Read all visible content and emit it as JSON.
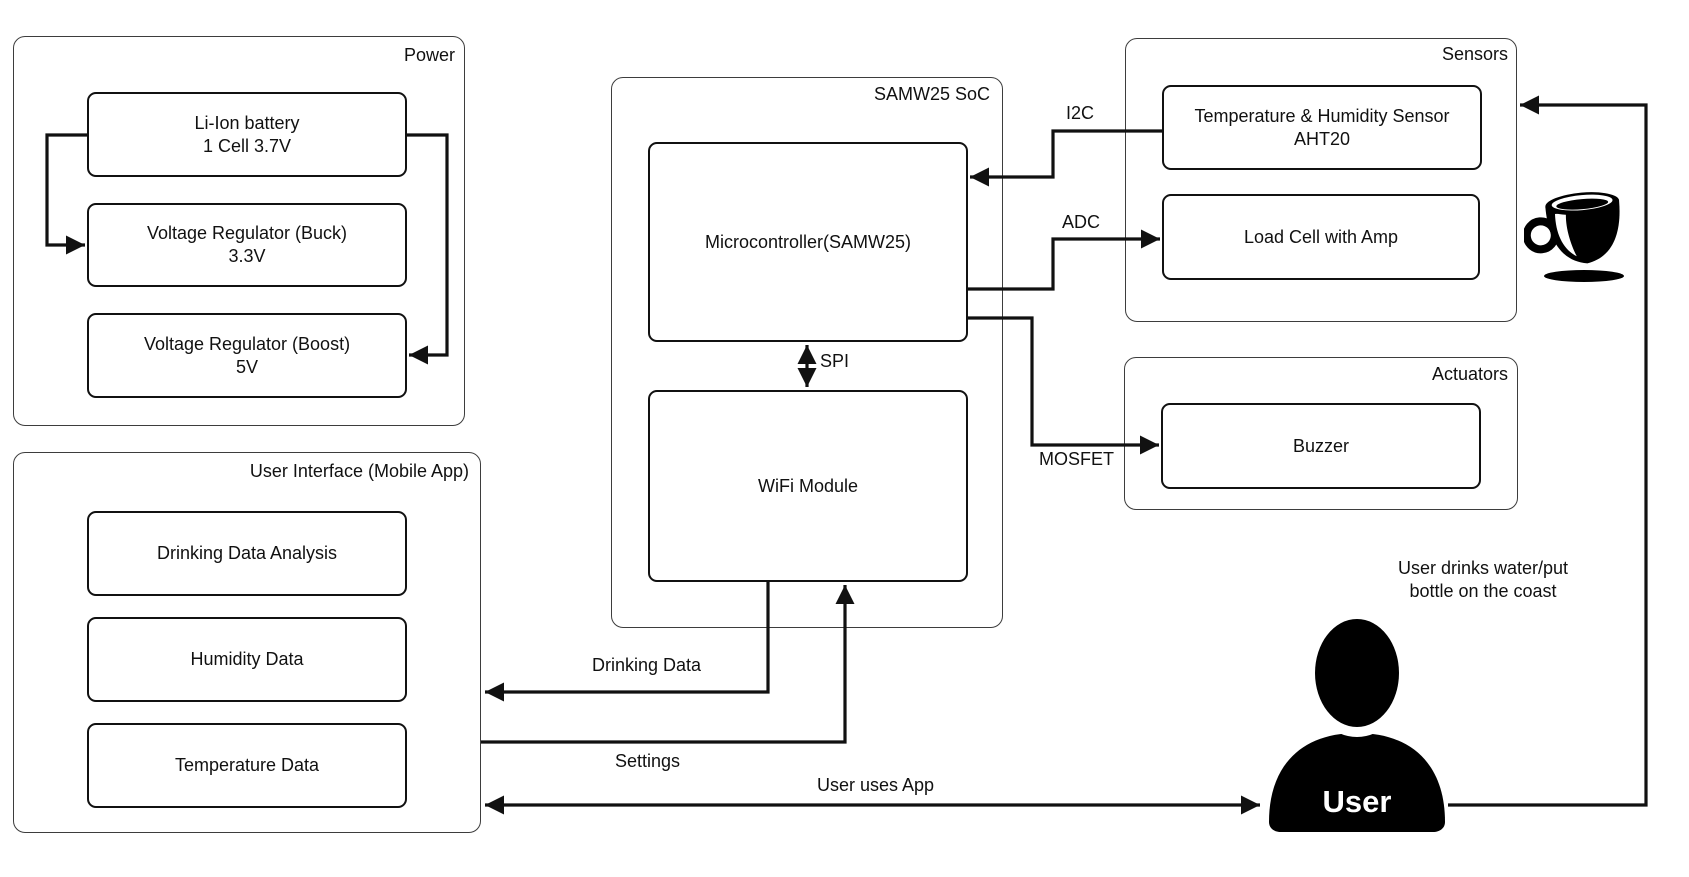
{
  "groups": {
    "power": {
      "label": "Power",
      "blocks": {
        "battery": {
          "lines": [
            "Li-Ion battery",
            "1 Cell 3.7V"
          ]
        },
        "buck": {
          "lines": [
            "Voltage Regulator (Buck)",
            "3.3V"
          ]
        },
        "boost": {
          "lines": [
            "Voltage Regulator (Boost)",
            "5V"
          ]
        }
      }
    },
    "ui": {
      "label": "User Interface (Mobile App)",
      "blocks": {
        "analysis": {
          "lines": [
            "Drinking Data Analysis"
          ]
        },
        "humidity": {
          "lines": [
            "Humidity Data"
          ]
        },
        "temperature": {
          "lines": [
            "Temperature Data"
          ]
        }
      }
    },
    "soc": {
      "label": "SAMW25 SoC",
      "blocks": {
        "mcu": {
          "lines": [
            "Microcontroller(SAMW25)"
          ]
        },
        "wifi": {
          "lines": [
            "WiFi Module"
          ]
        }
      }
    },
    "sensors": {
      "label": "Sensors",
      "blocks": {
        "aht20": {
          "lines": [
            "Temperature & Humidity Sensor",
            "AHT20"
          ]
        },
        "loadcell": {
          "lines": [
            "Load Cell with Amp"
          ]
        }
      }
    },
    "actuators": {
      "label": "Actuators",
      "blocks": {
        "buzzer": {
          "lines": [
            "Buzzer"
          ]
        }
      }
    }
  },
  "edges": {
    "i2c": "I2C",
    "adc": "ADC",
    "spi": "SPI",
    "mosfet": "MOSFET",
    "drinking_data": "Drinking Data",
    "settings": "Settings",
    "user_uses_app": "User uses App"
  },
  "notes": {
    "user_action_lines": [
      "User drinks water/put",
      "bottle on the coast"
    ]
  },
  "actors": {
    "user_label": "User"
  },
  "icons": {
    "coffee_cup": "coffee-cup-icon",
    "user": "user-silhouette-icon"
  },
  "colors": {
    "wire": "#111111",
    "block_border": "#111111",
    "group_border": "#3d3d3d",
    "background": "#ffffff",
    "text": "#111111"
  }
}
